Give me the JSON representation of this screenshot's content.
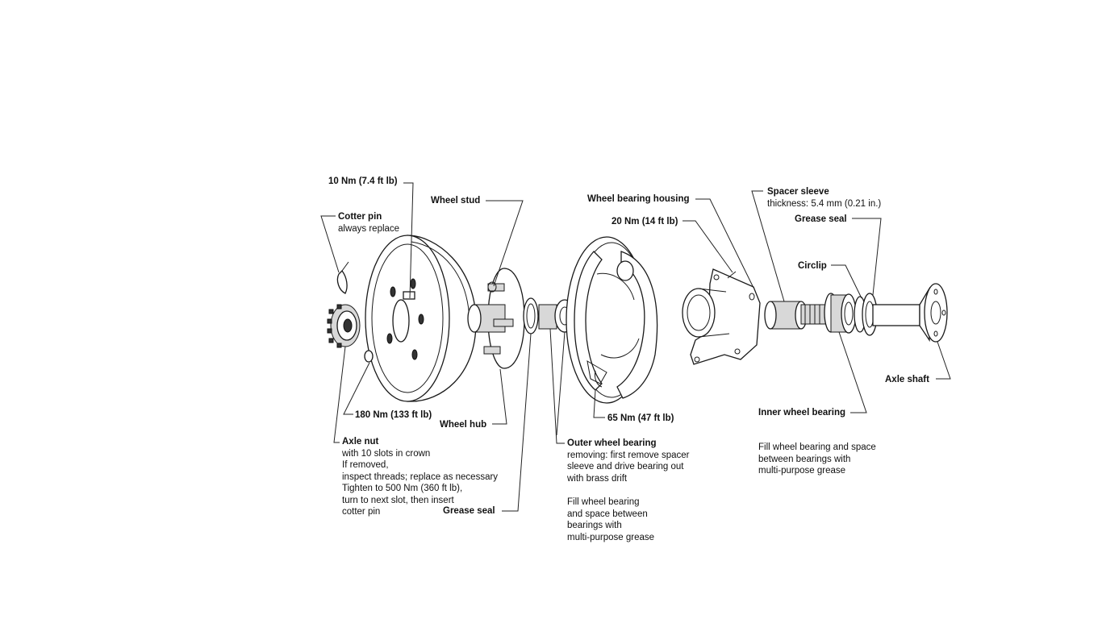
{
  "labels": {
    "torque_cap": "10 Nm (7.4 ft lb)",
    "wheel_stud": "Wheel stud",
    "cotter_pin": {
      "title": "Cotter pin",
      "note": "always replace"
    },
    "wheel_bearing_housing": "Wheel bearing housing",
    "torque_housing": "20 Nm (14 ft lb)",
    "spacer_sleeve": {
      "title": "Spacer sleeve",
      "note": "thickness: 5.4 mm (0.21 in.)"
    },
    "grease_seal_inner": "Grease seal",
    "circlip": "Circlip",
    "axle_shaft": "Axle shaft",
    "torque_drum": "180 Nm (133 ft lb)",
    "wheel_hub": "Wheel hub",
    "torque_backing": "65 Nm (47 ft lb)",
    "inner_wheel_bearing": "Inner wheel bearing",
    "axle_nut": {
      "title": "Axle nut",
      "lines": [
        "with 10 slots in crown",
        "If removed,",
        "inspect threads; replace as necessary",
        "Tighten to 500 Nm (360 ft lb),",
        "turn to next slot, then insert",
        "cotter pin"
      ]
    },
    "grease_seal_outer": "Grease seal",
    "outer_wheel_bearing": {
      "title": "Outer wheel bearing",
      "lines": [
        "removing: first remove spacer",
        "sleeve and drive bearing out",
        "with brass drift"
      ]
    },
    "fill_note_outer": [
      "Fill wheel bearing",
      "and space between",
      "bearings with",
      "multi-purpose grease"
    ],
    "fill_note_inner": [
      "Fill wheel bearing and space",
      "between bearings with",
      "multi-purpose grease"
    ]
  }
}
